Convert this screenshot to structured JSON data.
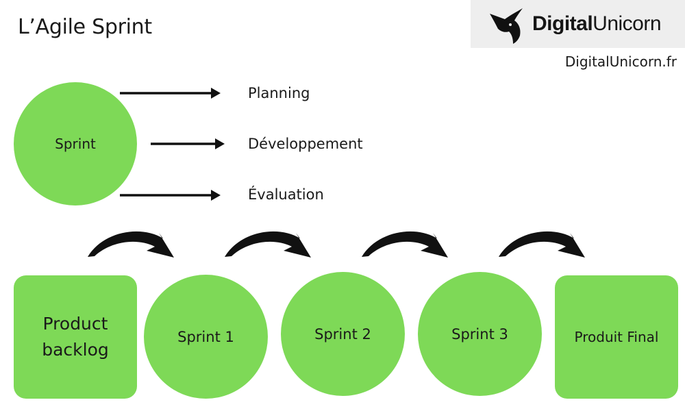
{
  "title": "L’Agile Sprint",
  "logo": {
    "text_bold": "Digital",
    "text_regular": "Unicorn",
    "icon": "unicorn-head-icon"
  },
  "site_url": "DigitalUnicorn.fr",
  "sprint": {
    "label": "Sprint",
    "phases": [
      "Planning",
      "Développement",
      "Évaluation"
    ]
  },
  "flow": [
    "Product backlog",
    "Sprint 1",
    "Sprint 2",
    "Sprint 3",
    "Produit Final"
  ],
  "colors": {
    "node_fill": "#7ed957",
    "arrow": "#111111",
    "logo_bg": "#eeeeee"
  }
}
